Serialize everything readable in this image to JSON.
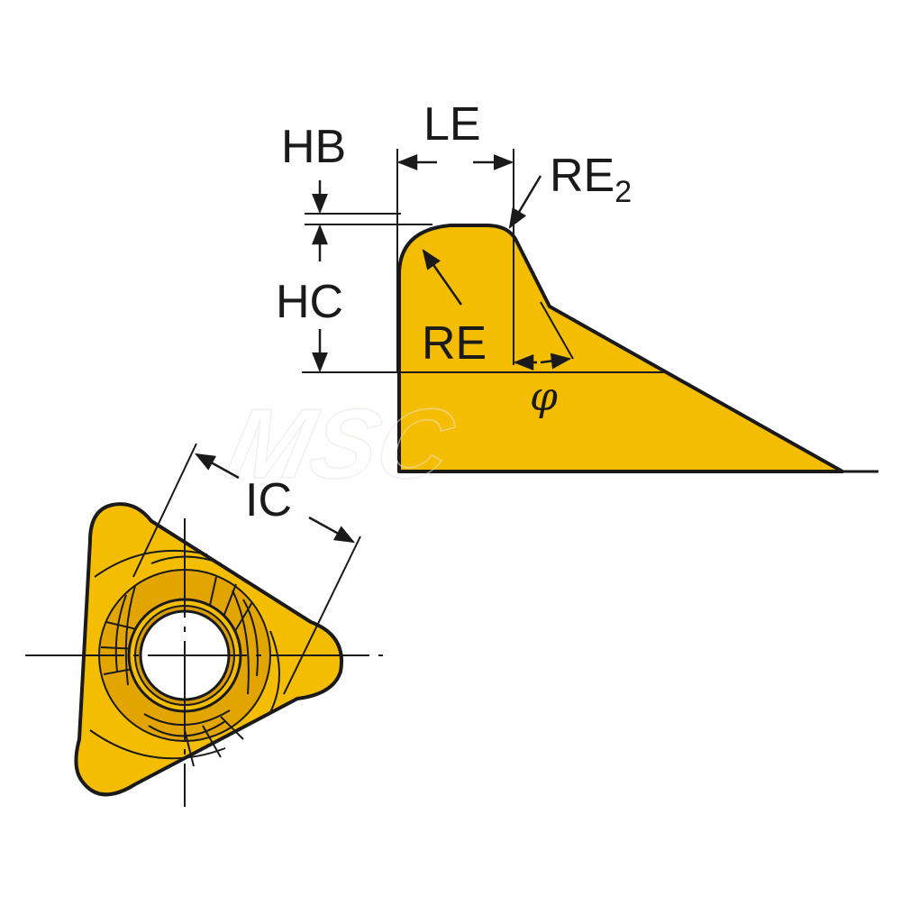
{
  "colors": {
    "insert_fill": "#f5bd00",
    "insert_shade": "#d99c00",
    "outline": "#1a1a1a",
    "background": "#ffffff"
  },
  "labels": {
    "hb": "HB",
    "le": "LE",
    "re2_main": "RE",
    "re2_sub": "2",
    "hc": "HC",
    "re": "RE",
    "phi": "φ",
    "ic": "IC"
  },
  "watermark": {
    "text": "MSC"
  }
}
